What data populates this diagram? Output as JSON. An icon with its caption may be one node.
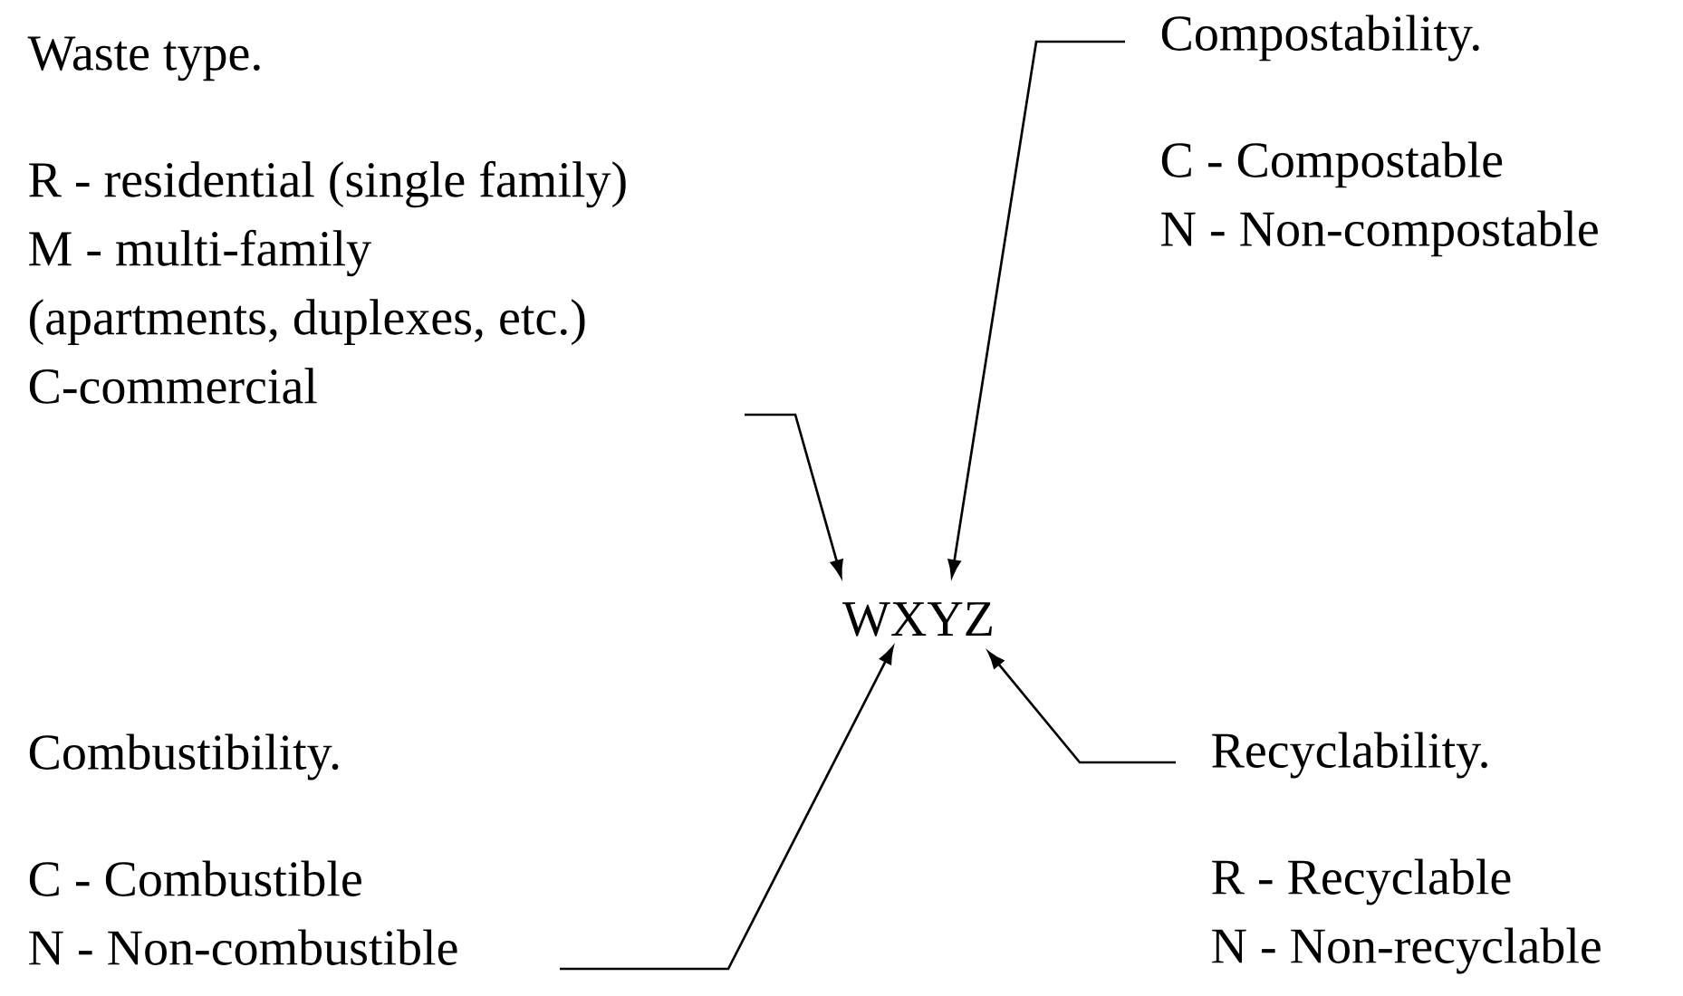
{
  "diagram": {
    "nodes": [
      {
        "text": [
          "Waste type.",
          "R - residential (single family)",
          "M - multi-family",
          "(apartments, duplexes, etc.)",
          "C-commercial"
        ]
      },
      {
        "text": [
          "Compostability.",
          "C - Compostable",
          "N - Non-compostable"
        ]
      },
      {
        "text": [
          "WXYZ"
        ]
      },
      {
        "text": [
          "Combustibility.",
          "C - Combustible",
          "N - Non-combustible"
        ]
      },
      {
        "text": [
          "Recyclability.",
          "R - Recyclable",
          "N - Non-recyclable"
        ]
      }
    ],
    "edges": [
      {
        "from": 0,
        "to": 2,
        "arrow": "to"
      },
      {
        "from": 1,
        "to": 2,
        "arrow": "to"
      },
      {
        "from": 3,
        "to": 2,
        "arrow": "to"
      },
      {
        "from": 4,
        "to": 2,
        "arrow": "to"
      }
    ]
  }
}
